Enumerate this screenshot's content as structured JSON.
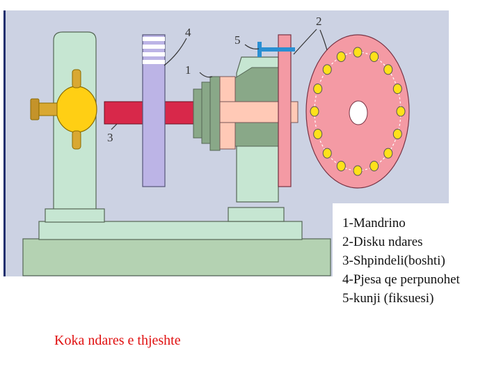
{
  "diagram": {
    "callouts": [
      "1",
      "2",
      "3",
      "4",
      "5"
    ],
    "legend": [
      "1-Mandrino",
      "2-Disku ndares",
      "3-Shpindeli(boshti)",
      "4-Pjesa qe perpunohet",
      "5-kunji (fiksuesi)"
    ],
    "caption": "Koka ndares e thjeshte",
    "colors": {
      "background": "#ccd2e3",
      "frame": "#c6e6d2",
      "base": "#b4d2b2",
      "spindle": "#d8284a",
      "hub": "#ffc9b6",
      "workpiece": "#bcb4e6",
      "dial": "#f49aa4",
      "dial_holes": "#ffe11a",
      "handle": "#ffcf14",
      "pin": "#2a8fd2",
      "caption": "#e01010"
    }
  }
}
